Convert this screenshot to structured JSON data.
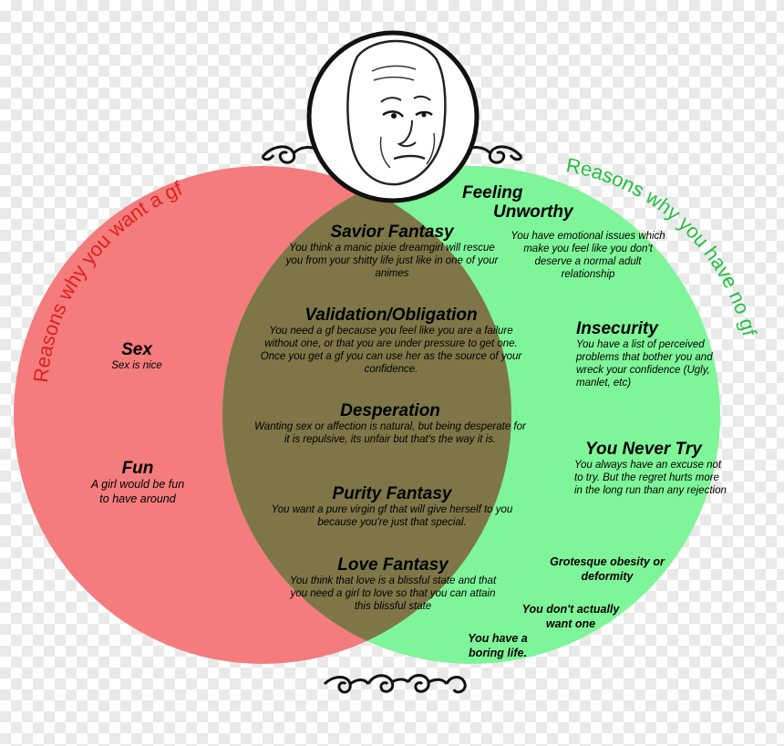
{
  "colors": {
    "left_circle": "#f47c7c",
    "right_circle": "#7ef598",
    "overlap": "#7e7647",
    "left_title": "#e0201e",
    "right_title": "#20c040"
  },
  "titles": {
    "left": "Reasons why you want a gf",
    "right": "Reasons why you have no gf"
  },
  "left": {
    "items": [
      {
        "heading": "Sex",
        "desc": "Sex is nice"
      },
      {
        "heading": "Fun",
        "desc": "A girl would be fun to have around"
      }
    ]
  },
  "center": {
    "items": [
      {
        "heading": "Savior Fantasy",
        "desc": "You think a manic pixie dreamgirl will rescue you from your shitty life just like in one of your animes"
      },
      {
        "heading": "Validation/Obligation",
        "desc": "You need a gf because you feel like you are a failure without one, or that you are under pressure to get one.  Once you get a gf you can use her as the source of your confidence."
      },
      {
        "heading": "Desperation",
        "desc": "Wanting sex or affection is natural, but being desperate for it is repulsive, its unfair but that's the way it is."
      },
      {
        "heading": "Purity Fantasy",
        "desc": "You want a pure virgin gf that will give herself to you because you're just that special."
      },
      {
        "heading": "Love Fantasy",
        "desc": "You think that love is a blissful state and that you need a girl to love so that you can attain this blissful state"
      }
    ]
  },
  "right": {
    "items": [
      {
        "heading": "Feeling Unworthy",
        "heading_line1": "Feeling",
        "heading_line2": "Unworthy",
        "desc": "You have emotional issues which make you feel like you don't deserve a normal adult relationship"
      },
      {
        "heading": "Insecurity",
        "desc": "You have a list of perceived problems that bother you and wreck your confidence (Ugly, manlet, etc)"
      },
      {
        "heading": "You Never Try",
        "desc": "You always have an excuse not to try. But the regret hurts more in the long run than any rejection"
      }
    ],
    "minor": [
      "Grotesque obesity or deformity",
      "You don't actually want one",
      "You have a boring life."
    ]
  },
  "icons": [
    "wojak-face-icon",
    "top-left-scroll-ornament-icon",
    "top-right-scroll-ornament-icon",
    "bottom-scroll-ornament-icon"
  ]
}
